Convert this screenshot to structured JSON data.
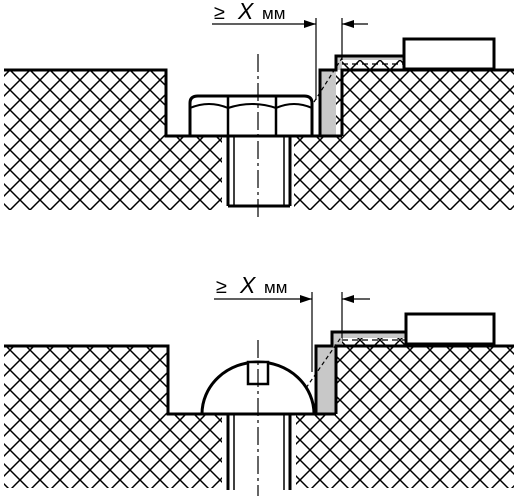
{
  "figure": {
    "top": {
      "fastener": "hex-head-bolt",
      "dimension": {
        "ge_symbol": "≥",
        "variable": "X",
        "unit": "мм"
      }
    },
    "bottom": {
      "fastener": "slotted-round-head-screw",
      "dimension": {
        "ge_symbol": "≥",
        "variable": "X",
        "unit": "мм"
      }
    },
    "colors": {
      "line": "#000000",
      "gap_fill": "#c8c8c8",
      "background": "#ffffff"
    }
  }
}
